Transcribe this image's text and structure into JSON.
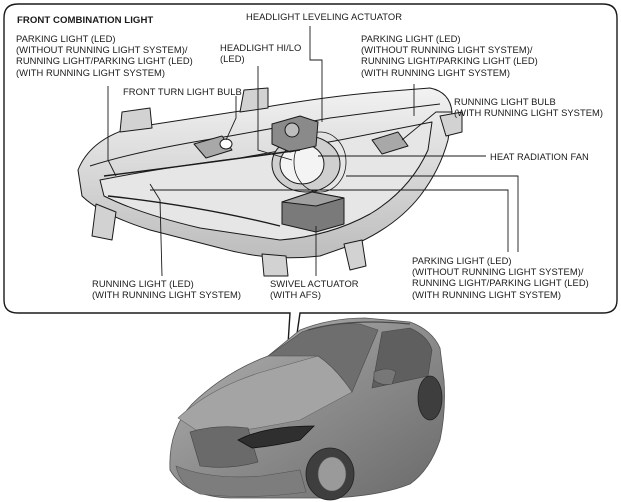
{
  "diagram": {
    "title": "FRONT COMBINATION LIGHT",
    "labels": {
      "headlight_leveling_actuator": "HEADLIGHT LEVELING ACTUATOR",
      "parking_light_top_left": "PARKING LIGHT (LED)\n(WITHOUT RUNNING LIGHT SYSTEM)/\nRUNNING LIGHT/PARKING LIGHT (LED)\n(WITH RUNNING LIGHT SYSTEM)",
      "headlight_hi_lo": "HEADLIGHT HI/LO\n(LED)",
      "parking_light_top_right": "PARKING LIGHT (LED)\n(WITHOUT RUNNING LIGHT SYSTEM)/\nRUNNING LIGHT/PARKING LIGHT (LED)\n(WITH RUNNING LIGHT SYSTEM)",
      "front_turn_light_bulb": "FRONT TURN LIGHT BULB",
      "running_light_bulb": "RUNNING LIGHT BULB\n(WITH RUNNING LIGHT SYSTEM)",
      "heat_radiation_fan": "HEAT RADIATION FAN",
      "parking_light_bottom_right": "PARKING LIGHT (LED)\n(WITHOUT RUNNING LIGHT SYSTEM)/\nRUNNING LIGHT/PARKING LIGHT (LED)\n(WITH RUNNING LIGHT SYSTEM)",
      "running_light_led": "RUNNING LIGHT (LED)\n(WITH RUNNING LIGHT SYSTEM)",
      "swivel_actuator": "SWIVEL ACTUATOR\n(WITH AFS)"
    },
    "colors": {
      "line": "#1a1a1a",
      "car_body": "#8f8f8f",
      "car_shadow": "#5c5c5c",
      "lamp_fill": "#d9d9d9",
      "lamp_dark": "#6f6f6f"
    }
  }
}
